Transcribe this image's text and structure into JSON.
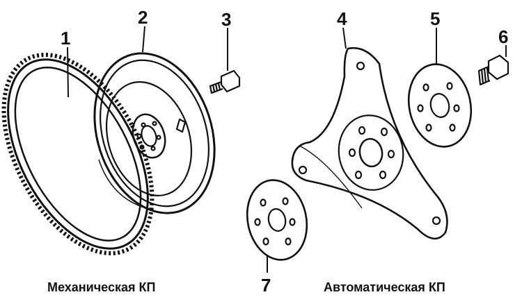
{
  "callouts": {
    "c1": "1",
    "c2": "2",
    "c3": "3",
    "c4": "4",
    "c5": "5",
    "c6": "6",
    "c7": "7"
  },
  "captions": {
    "manual": "Механическая КП",
    "automatic": "Автоматическая КП"
  },
  "colors": {
    "ink": "#111111",
    "paper": "#ffffff"
  }
}
